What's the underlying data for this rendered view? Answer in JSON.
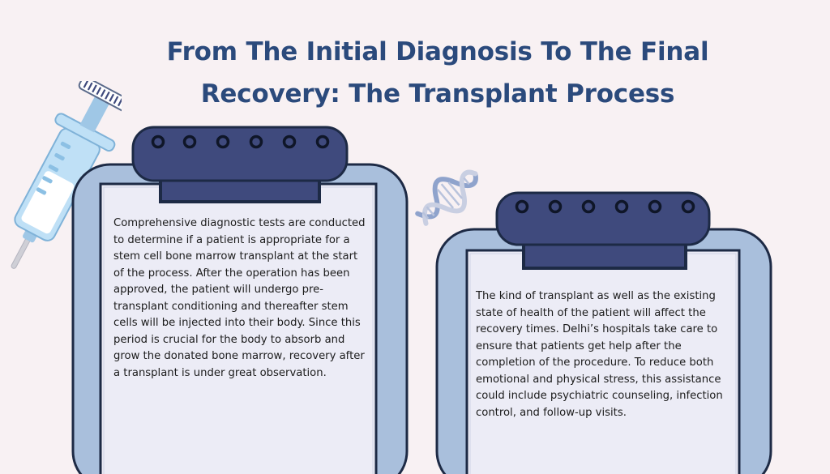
{
  "slide": {
    "title_lines": [
      "From The Initial Diagnosis To The Final",
      "Recovery: The Transplant Process"
    ]
  },
  "clipboards": [
    {
      "text": "Comprehensive diagnostic tests are conducted to determine if a patient is appropriate for a stem cell bone marrow transplant at the start of the process. After the operation has been approved, the patient will undergo pre-transplant conditioning and thereafter stem cells will be injected into their body. Since this period is crucial for the body to absorb and grow the donated bone marrow, recovery after a transplant is under great observation."
    },
    {
      "text": "The kind of transplant as well as the existing state of health of the patient will affect the recovery times. Delhi’s hospitals take care to ensure that patients get help after the completion of the procedure. To reduce both emotional and physical stress, this assistance could include psychiatric counseling, infection control, and follow-up visits."
    }
  ],
  "decorations": {
    "syringe": "syringe-icon",
    "dna": "dna-icon"
  },
  "colors": {
    "background": "#f8f1f3",
    "title": "#2b4a7c",
    "board_frame": "#a9bfdc",
    "board_outline": "#1d2a45",
    "clip": "#3f4a7d",
    "paper": "#ececf6",
    "syringe_body": "#bfe0f6",
    "syringe_tip": "#cfcfd6"
  }
}
